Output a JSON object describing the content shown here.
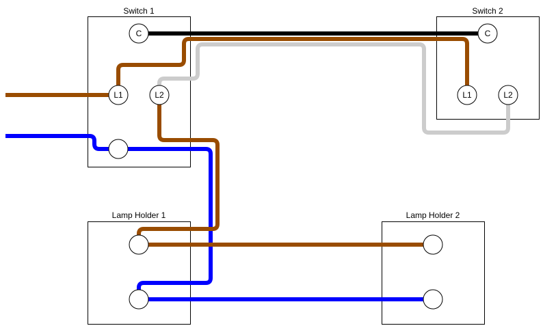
{
  "diagram": {
    "title": "Two-way lighting circuit",
    "colors": {
      "live": "#994c00",
      "neutral": "#0000ff",
      "common": "#000000",
      "strapper": "#cccccc"
    },
    "components": {
      "switch1": {
        "label": "Switch 1",
        "terminals": {
          "c": "C",
          "l1": "L1",
          "l2": "L2",
          "n": ""
        }
      },
      "switch2": {
        "label": "Switch 2",
        "terminals": {
          "c": "C",
          "l1": "L1",
          "l2": "L2"
        }
      },
      "lamp1": {
        "label": "Lamp Holder 1",
        "terminals": {
          "t1": "",
          "t2": ""
        }
      },
      "lamp2": {
        "label": "Lamp Holder 2",
        "terminals": {
          "t1": "",
          "t2": ""
        }
      }
    },
    "wires": [
      {
        "name": "supply-live",
        "color": "live",
        "from": "supply",
        "to": "switch1.L1"
      },
      {
        "name": "supply-neutral",
        "color": "neutral",
        "from": "supply",
        "to": "switch1.N"
      },
      {
        "name": "common",
        "color": "common",
        "from": "switch1.C",
        "to": "switch2.C"
      },
      {
        "name": "strapper-l1",
        "color": "live",
        "from": "switch1.L1",
        "to": "switch2.L1"
      },
      {
        "name": "strapper-l2",
        "color": "strapper",
        "from": "switch1.L2",
        "to": "switch2.L2"
      },
      {
        "name": "switched-live",
        "color": "live",
        "from": "switch1.L2",
        "to": "lamp1.T1"
      },
      {
        "name": "lamp-live-link",
        "color": "live",
        "from": "lamp1.T1",
        "to": "lamp2.T1"
      },
      {
        "name": "neutral-to-lamp",
        "color": "neutral",
        "from": "switch1.N",
        "to": "lamp1.T2"
      },
      {
        "name": "lamp-neutral-link",
        "color": "neutral",
        "from": "lamp1.T2",
        "to": "lamp2.T2"
      }
    ]
  }
}
